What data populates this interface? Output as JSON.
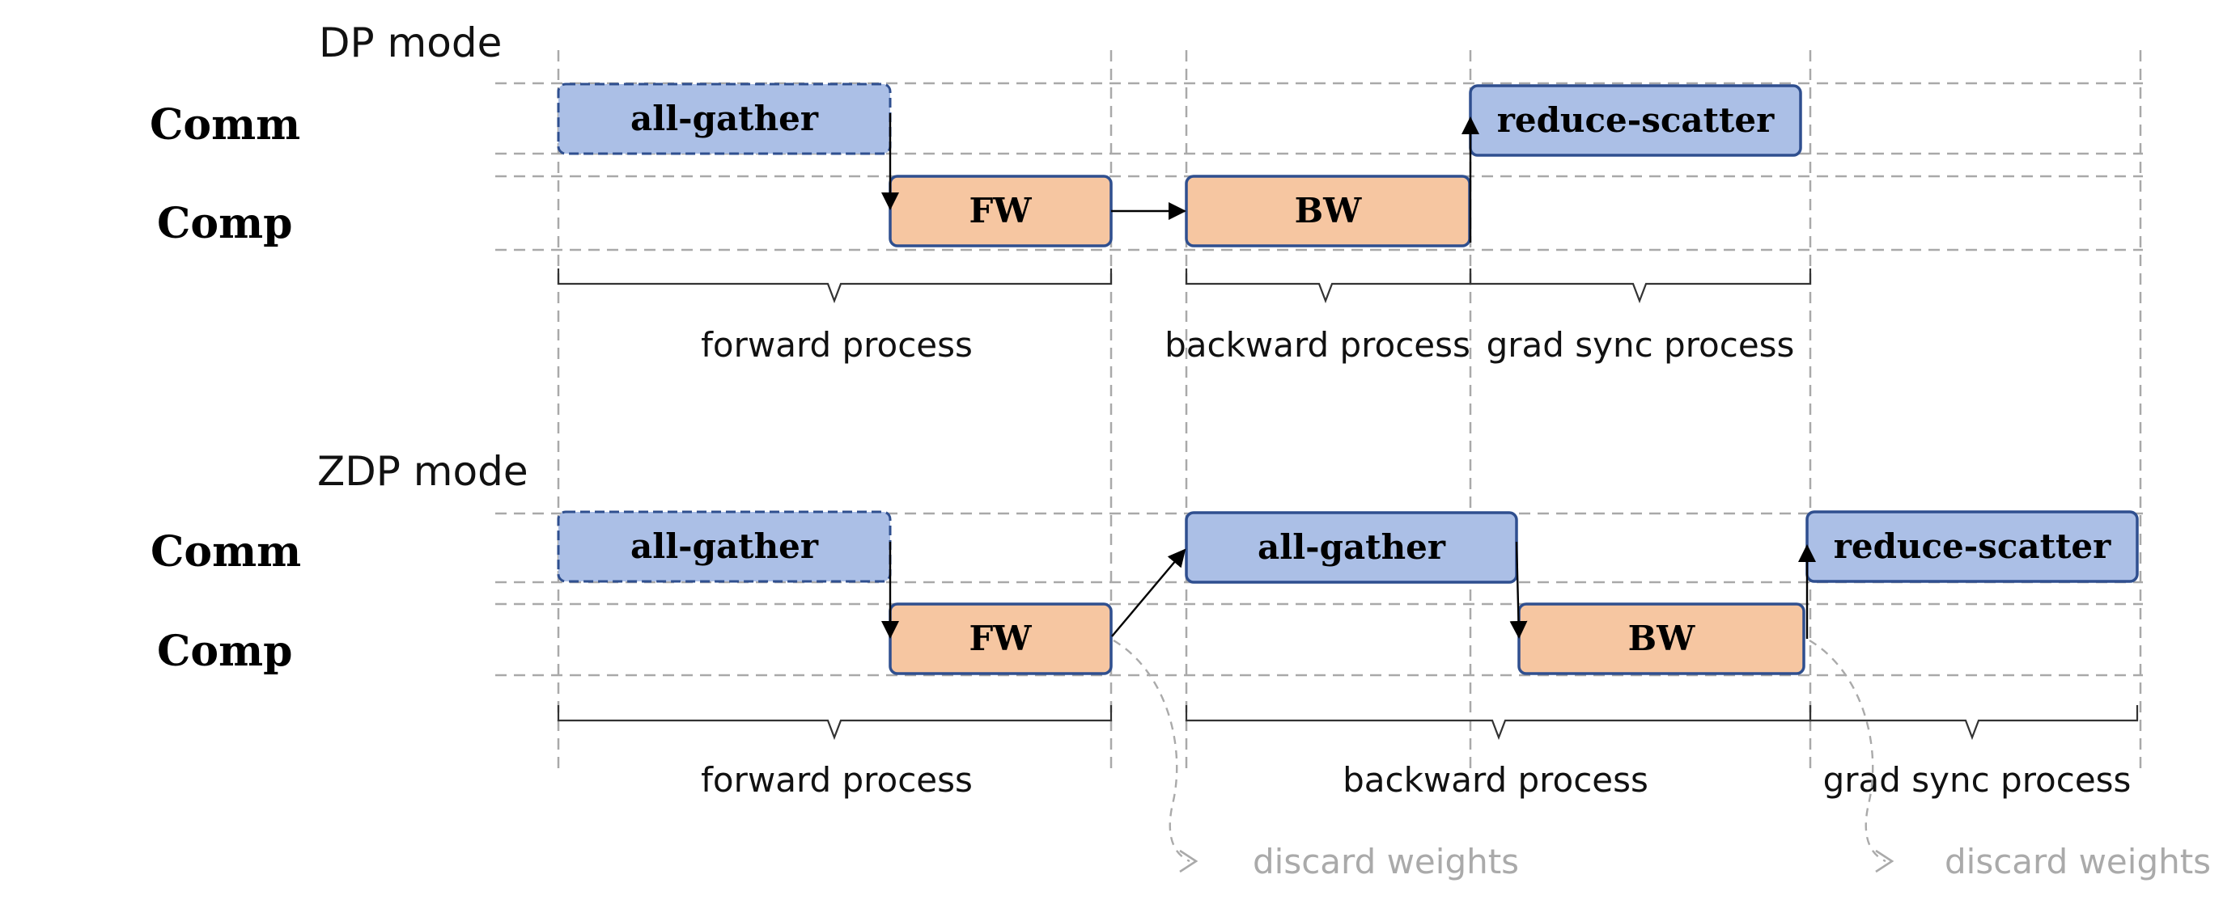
{
  "colors": {
    "comm_fill": "#abbfe6",
    "comp_fill": "#f6c6a1",
    "block_stroke": "#2f4f8f",
    "gridline": "#a9a9a9",
    "note_gray": "#aaaaaa"
  },
  "dp": {
    "title": "DP mode",
    "comm_label": "Comm",
    "comp_label": "Comp",
    "blocks": [
      {
        "row": "comm",
        "label": "all-gather"
      },
      {
        "row": "comp",
        "label": "FW"
      },
      {
        "row": "comp",
        "label": "BW"
      },
      {
        "row": "comm",
        "label": "reduce-scatter"
      }
    ],
    "phases": [
      "forward process",
      "backward process",
      "grad sync process"
    ]
  },
  "zdp": {
    "title": "ZDP mode",
    "comm_label": "Comm",
    "comp_label": "Comp",
    "blocks": [
      {
        "row": "comm",
        "label": "all-gather"
      },
      {
        "row": "comp",
        "label": "FW"
      },
      {
        "row": "comm",
        "label": "all-gather"
      },
      {
        "row": "comp",
        "label": "BW"
      },
      {
        "row": "comm",
        "label": "reduce-scatter"
      }
    ],
    "phases": [
      "forward process",
      "backward process",
      "grad sync process"
    ],
    "notes": [
      "discard weights",
      "discard weights"
    ]
  }
}
